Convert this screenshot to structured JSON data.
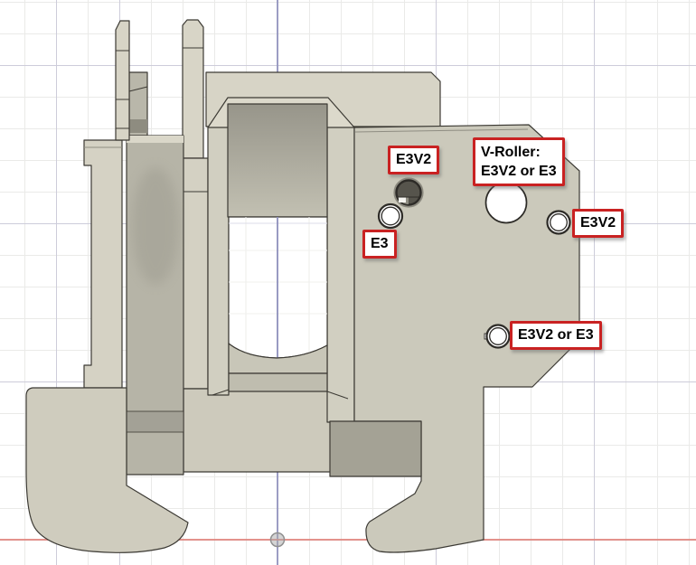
{
  "viewport": {
    "type": "cad-section-view-canvas",
    "grid": "on",
    "axis_x_color": "#e2837a",
    "axis_y_color": "#8f90bc",
    "part_color": "#d5d2c4",
    "label_border_color": "#c92222"
  },
  "annotations": {
    "e3v2_top": {
      "label": "E3V2",
      "target": "filled-hole-top"
    },
    "v_roller": {
      "line1": "V-Roller:",
      "line2": "E3V2 or E3",
      "target": "large-hole"
    },
    "e3_left": {
      "label": "E3",
      "target": "open-hole-left"
    },
    "e3v2_right": {
      "label": "E3V2",
      "target": "open-hole-right"
    },
    "e3v2_or_e3_bottom": {
      "label": "E3V2 or E3",
      "target": "open-hole-bottom"
    }
  }
}
